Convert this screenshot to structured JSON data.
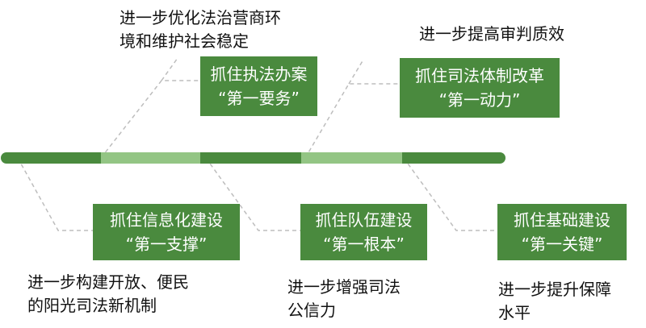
{
  "colors": {
    "box_fill": "#4a8a3e",
    "timeline_dark": "#4a8a3e",
    "timeline_light": "#93c584",
    "connector": "#bdbdbd"
  },
  "top_items": [
    {
      "box_title": "抓住执法办案",
      "box_subtitle": "“第一要务”",
      "note_line1": "进一步优化法治营商环",
      "note_line2": "境和维护社会稳定"
    },
    {
      "box_title": "抓住司法体制改革",
      "box_subtitle": "“第一动力”",
      "note_line1": "进一步提高审判质效"
    }
  ],
  "bottom_items": [
    {
      "box_title": "抓住信息化建设",
      "box_subtitle": "“第一支撑”",
      "note_line1": "进一步构建开放、便民",
      "note_line2": "的阳光司法新机制"
    },
    {
      "box_title": "抓住队伍建设",
      "box_subtitle": "“第一根本”",
      "note_line1": "进一步增强司法",
      "note_line2": "公信力"
    },
    {
      "box_title": "抓住基础建设",
      "box_subtitle": "“第一关键”",
      "note_line1": "进一步提升保障",
      "note_line2": "水平"
    }
  ]
}
